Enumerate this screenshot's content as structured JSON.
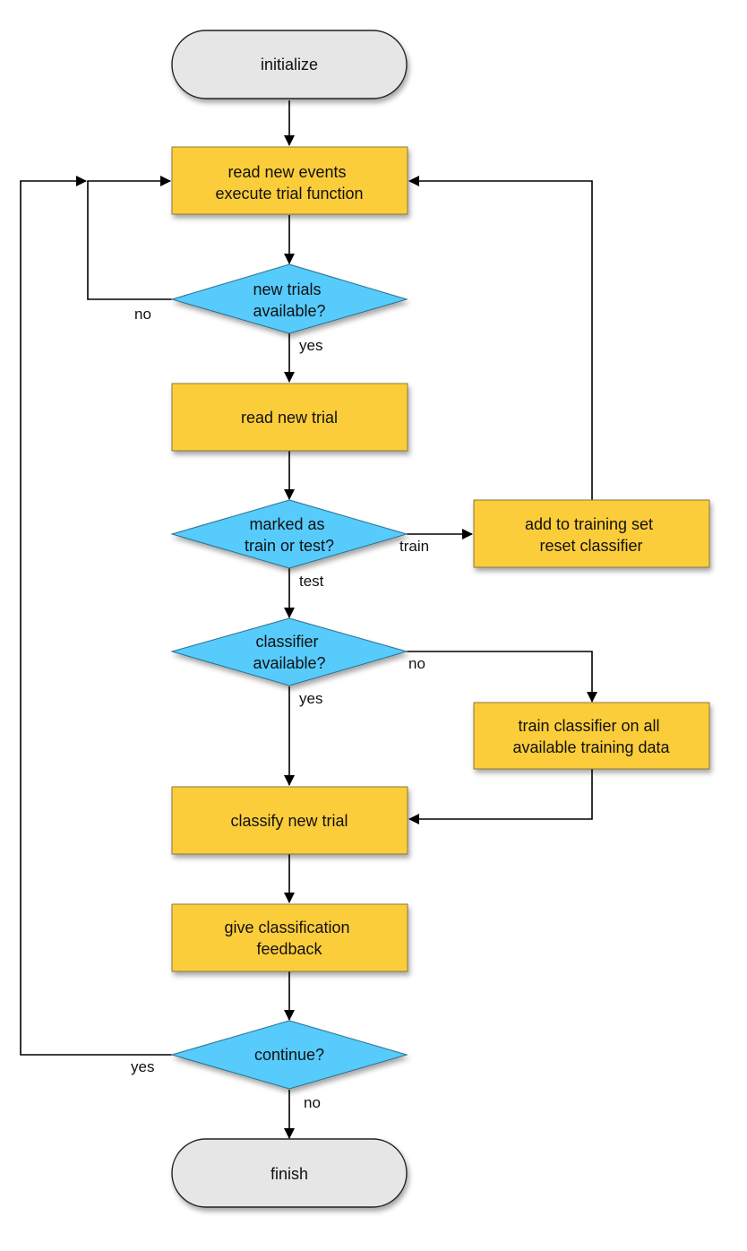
{
  "colors": {
    "terminal_fill": "#e6e6e6",
    "process_fill": "#fccd3a",
    "decision_fill": "#56cbfc",
    "line": "#000000"
  },
  "nodes": {
    "initialize": {
      "lines": [
        "initialize"
      ]
    },
    "read_events": {
      "lines": [
        "read new events",
        "execute trial function"
      ]
    },
    "new_trials": {
      "lines": [
        "new trials",
        "available?"
      ]
    },
    "read_trial": {
      "lines": [
        "read new trial"
      ]
    },
    "marked": {
      "lines": [
        "marked as",
        "train or test?"
      ]
    },
    "add_training": {
      "lines": [
        "add to training set",
        "reset classifier"
      ]
    },
    "classifier_avail": {
      "lines": [
        "classifier",
        "available?"
      ]
    },
    "train_classifier": {
      "lines": [
        "train classifier on all",
        "available training data"
      ]
    },
    "classify": {
      "lines": [
        "classify new trial"
      ]
    },
    "feedback": {
      "lines": [
        "give classification",
        "feedback"
      ]
    },
    "continue": {
      "lines": [
        "continue?"
      ]
    },
    "finish": {
      "lines": [
        "finish"
      ]
    }
  },
  "edge_labels": {
    "no_new_trials": "no",
    "yes_new_trials": "yes",
    "train": "train",
    "test": "test",
    "no_classifier": "no",
    "yes_classifier": "yes",
    "yes_continue": "yes",
    "no_continue": "no"
  }
}
